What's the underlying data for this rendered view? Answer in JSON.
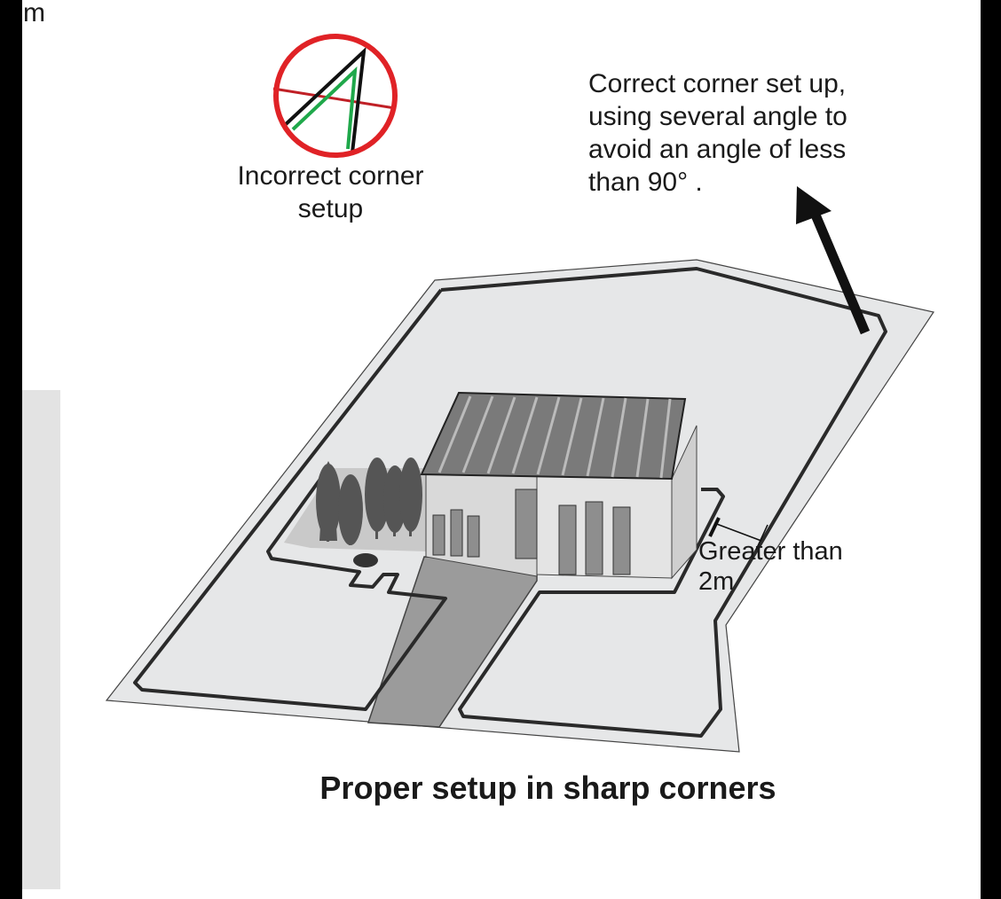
{
  "page": {
    "partial_text_top_left": "m"
  },
  "diagram": {
    "incorrect_label": "Incorrect corner setup",
    "correct_label_lines": [
      "Correct corner set up,",
      "using several angle to",
      "avoid an angle of less",
      "than 90°  ."
    ],
    "distance_label_lines": [
      "Greater than",
      "2m"
    ],
    "title": "Proper setup in sharp corners"
  },
  "colors": {
    "prohibit_red": "#e02226",
    "green_line": "#1fa84a",
    "lawn": "#e6e7e8",
    "wire": "#2a2a2a",
    "driveway": "#9b9b9b"
  }
}
